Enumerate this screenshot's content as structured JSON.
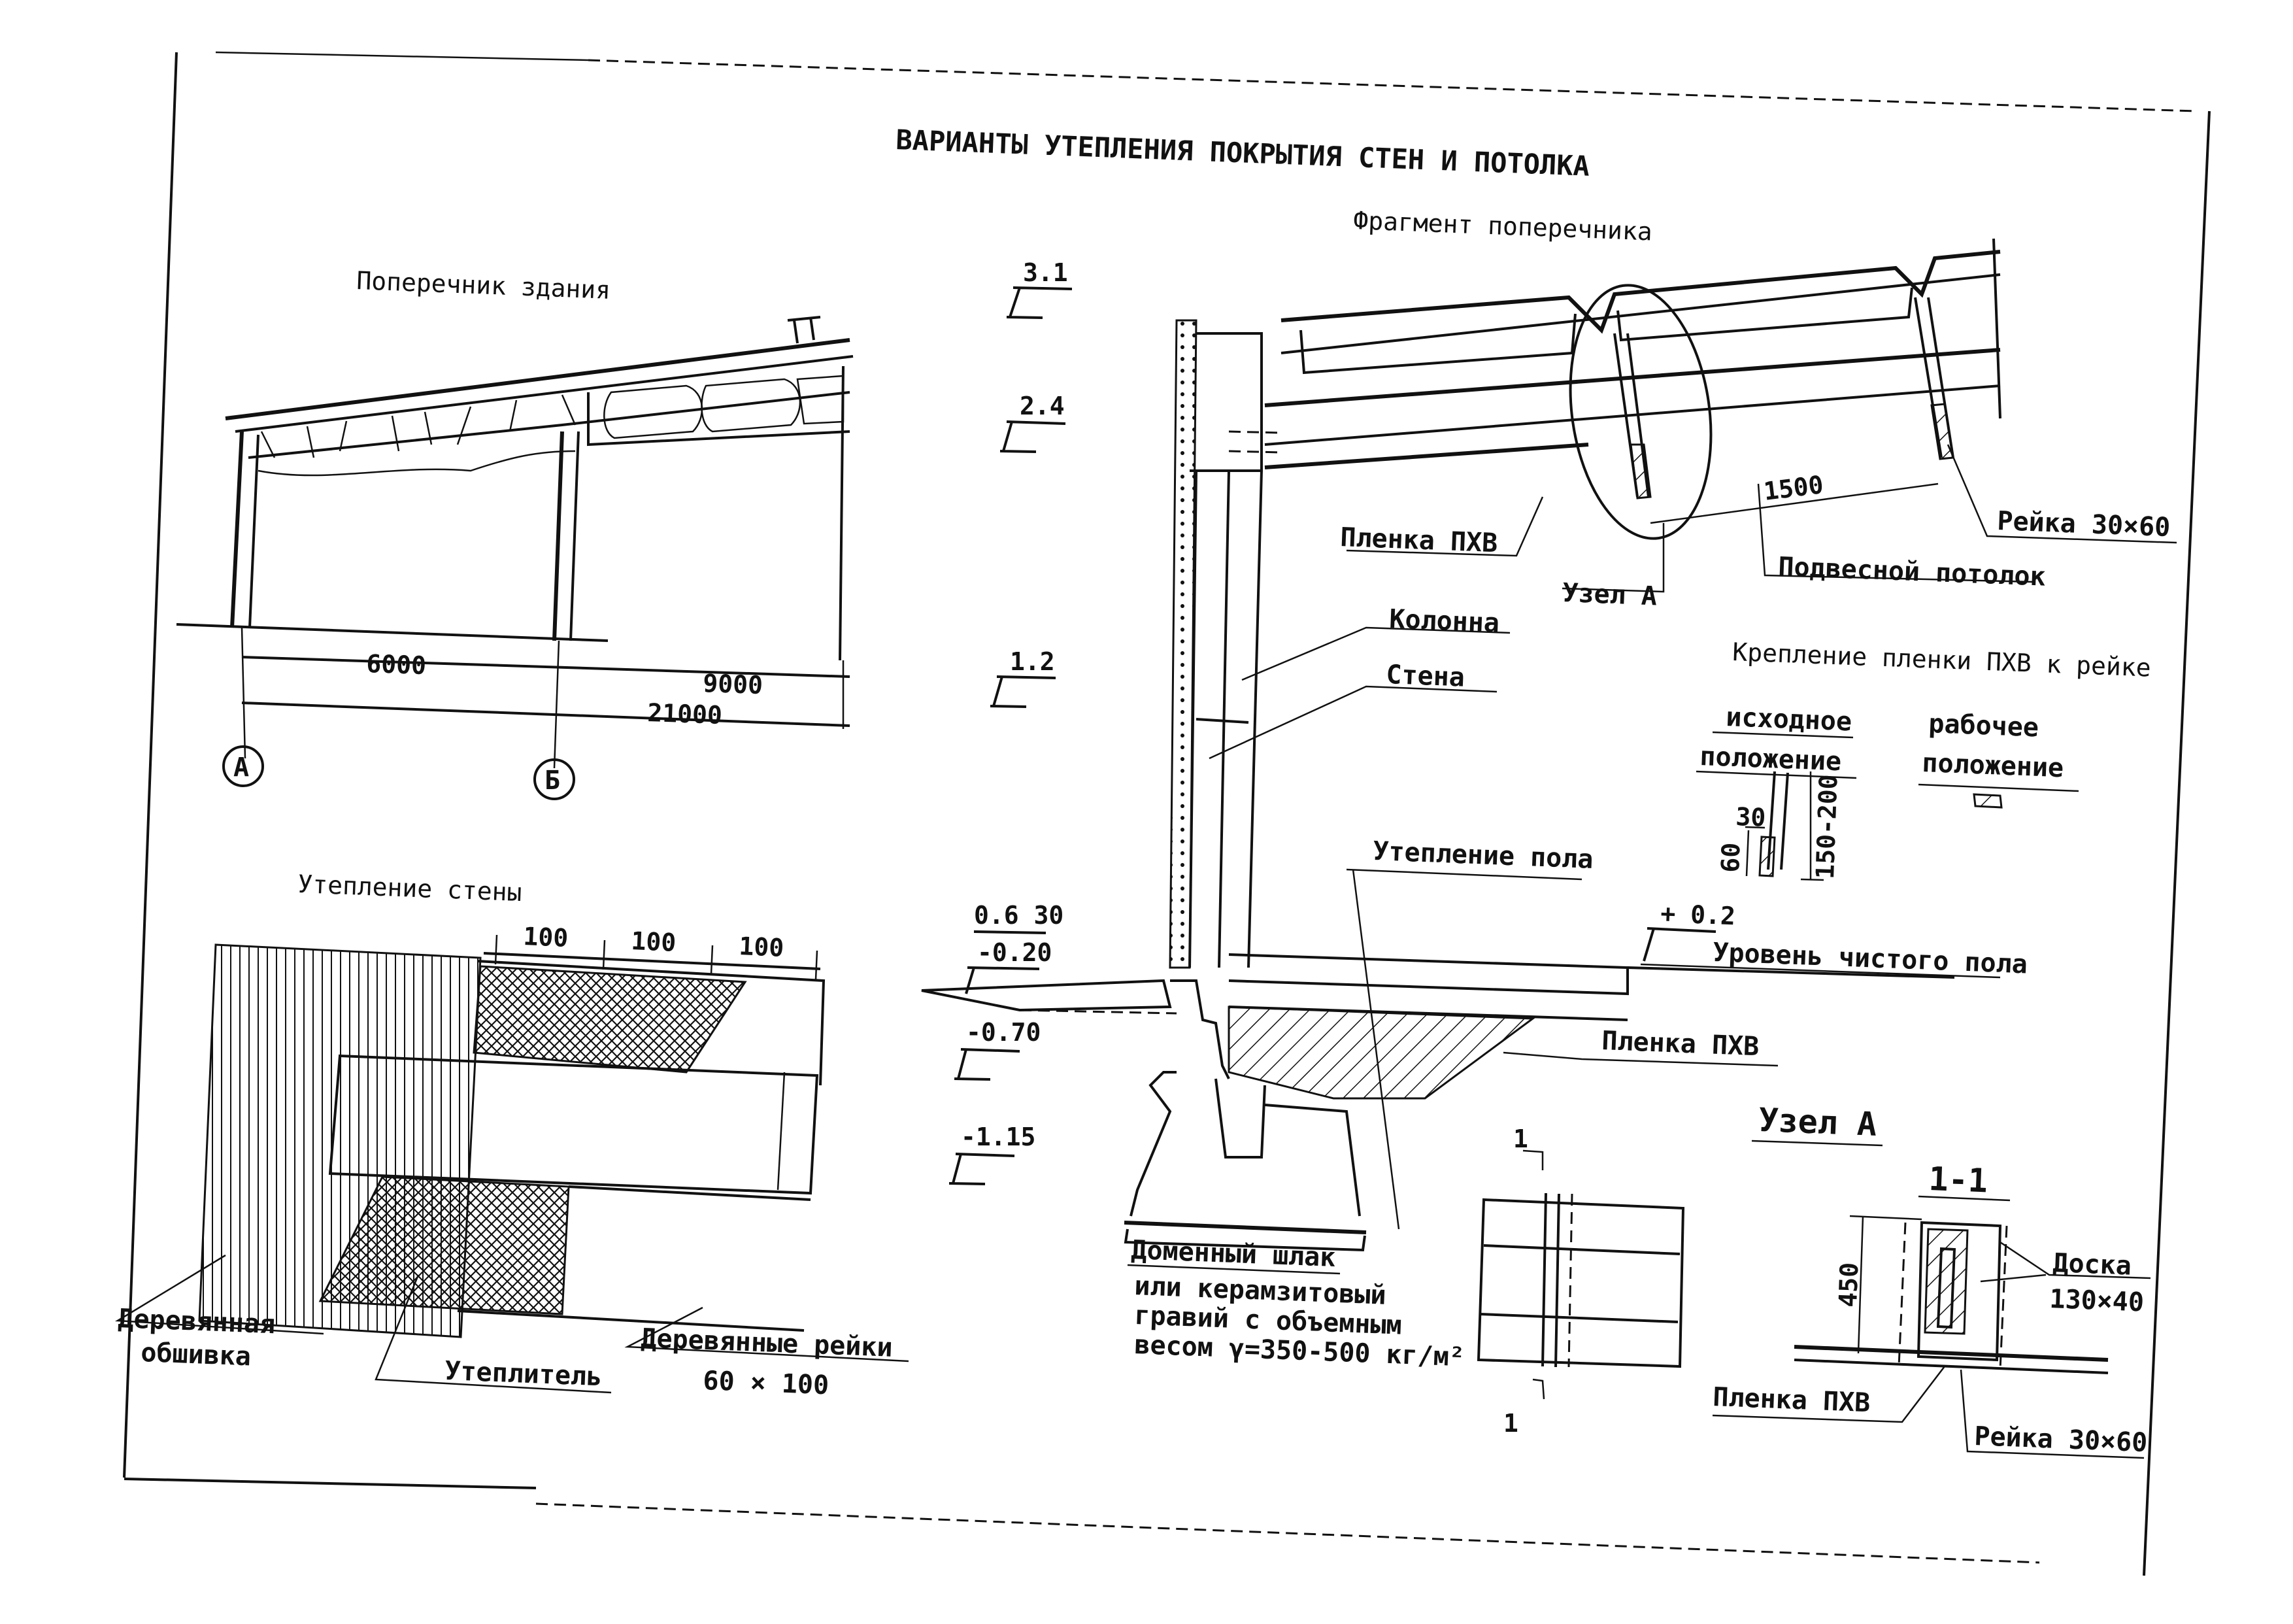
{
  "sheet": {
    "title": "ВАРИАНТЫ УТЕПЛЕНИЯ ПОКРЫТИЯ СТЕН И ПОТОЛКА"
  },
  "building_section": {
    "title": "Поперечник здания",
    "dim_span_1": "6000",
    "dim_span_2": "9000",
    "dim_total": "21000",
    "axis_a": "А",
    "axis_b": "Б"
  },
  "levels": {
    "l1": "3.1",
    "l2": "2.4",
    "l3": "1.2",
    "l4": "0.6 30",
    "l5": "-0.20",
    "l6": "-0.70",
    "l7": "-1.15"
  },
  "wall_insulation": {
    "title": "Утепление стены",
    "dim_1": "100",
    "dim_2": "100",
    "dim_3": "100",
    "label_cladding_1": "Деревянная",
    "label_cladding_2": "обшивка",
    "label_insulant": "Утеплитель",
    "label_battens_1": "Деревянные рейки",
    "label_battens_2": "60 × 100"
  },
  "fragment": {
    "title": "Фрагмент поперечника",
    "label_film": "Пленка ПХВ",
    "label_node": "Узел А",
    "dim_1500": "1500",
    "label_ceiling": "Подвесной потолок",
    "label_batten": "Рейка 30×60",
    "label_column": "Колонна",
    "label_wall": "Стена",
    "label_floor_insul": "Утепление пола",
    "level_floor": "+ 0.2",
    "label_floor_level": "Уровень чистого пола",
    "label_film_floor": "Пленка ПХВ",
    "slag_1": "Доменный шлак",
    "slag_2": "или керамзитовый",
    "slag_3": "гравий с объемным",
    "slag_4": "весом γ=350-500 кг/м²"
  },
  "film_fixing": {
    "title": "Крепление пленки ПХВ к рейке",
    "initial_1": "исходное",
    "initial_2": "положение",
    "working_1": "рабочее",
    "working_2": "положение",
    "dim_30": "30",
    "dim_60": "60",
    "dim_range": "150-200"
  },
  "node_a": {
    "title": "Узел А",
    "cut_mark": "1",
    "section_title": "1-1",
    "dim_450": "450",
    "label_board_1": "Доска",
    "label_board_2": "130×40",
    "label_film": "Пленка ПХВ",
    "label_batten": "Рейка 30×60"
  }
}
